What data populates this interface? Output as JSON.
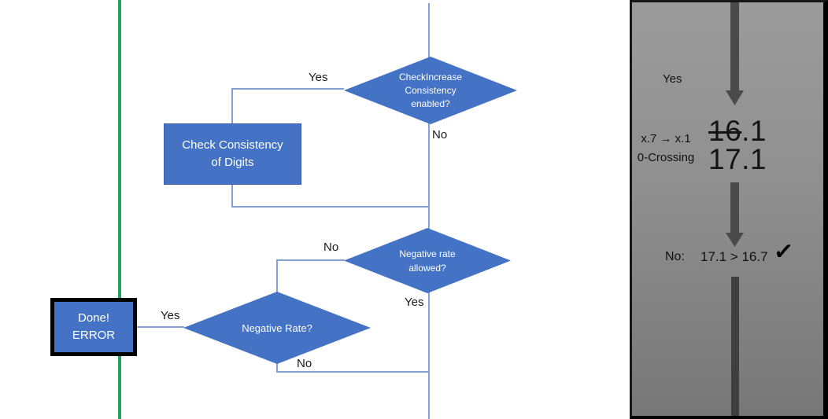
{
  "colors": {
    "shape_blue": "#4472C4",
    "connector_blue": "#84A0D4",
    "timeline_green": "#1FA55C",
    "arrow_gray": "#4a4a4a"
  },
  "flowchart": {
    "decision_check_increase": {
      "line1": "CheckIncrease",
      "line2": "Consistency",
      "line3": "enabled?"
    },
    "process_check_consistency": {
      "line1": "Check Consistency",
      "line2": "of Digits"
    },
    "decision_negative_rate_allowed": {
      "line1": "Negative rate",
      "line2": "allowed?"
    },
    "decision_negative_rate": {
      "label": "Negative Rate?"
    },
    "terminator_done": {
      "line1": "Done!",
      "line2": "ERROR"
    },
    "labels": {
      "yes_top": "Yes",
      "no_top": "No",
      "no_mid": "No",
      "yes_mid": "Yes",
      "yes_done": "Yes",
      "no_bottom": "No"
    }
  },
  "side_panel": {
    "yes_label": "Yes",
    "note_line1": "x.7 → x.1",
    "note_line2": "0-Crossing",
    "old_value_struck": "16",
    "old_value_rest": ".1",
    "new_value": "17.1",
    "result_label": "No:",
    "result_expression": "17.1 > 16.7",
    "checkmark": "✓"
  }
}
